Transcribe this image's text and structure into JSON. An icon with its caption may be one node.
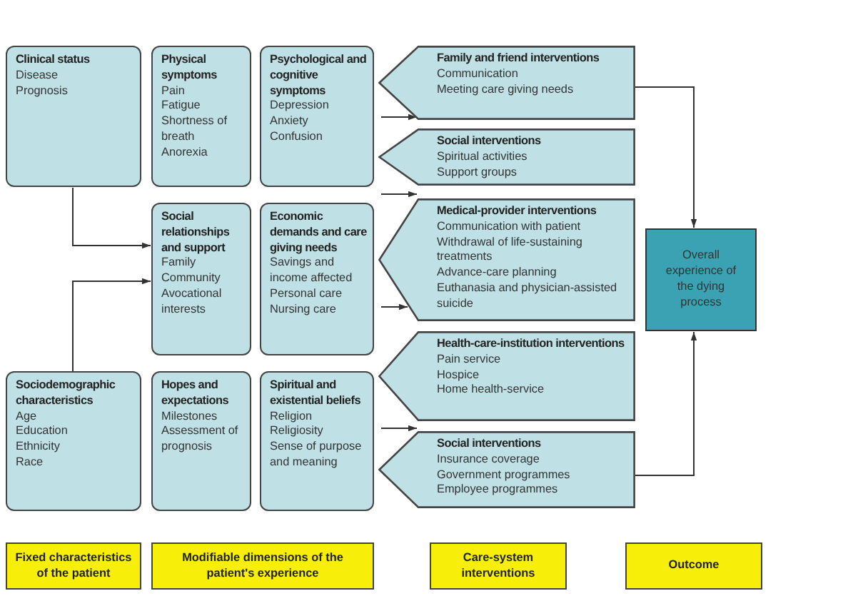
{
  "diagram": {
    "nodes": [
      {
        "text": [
          "Clinical status",
          "Disease",
          "Prognosis"
        ]
      },
      {
        "text": [
          "Physical symptoms",
          "Pain",
          "Fatigue",
          "Shortness of breath",
          "Anorexia"
        ]
      },
      {
        "text": [
          "Psychological and cognitive symptoms",
          "Depression",
          "Anxiety",
          "Confusion"
        ]
      },
      {
        "text": [
          "Social relationships and support",
          "Family",
          "Community",
          "Avocational interests"
        ]
      },
      {
        "text": [
          "Economic demands and care giving needs",
          "Savings and income affected",
          "Personal care",
          "Nursing care"
        ]
      },
      {
        "text": [
          "Sociodemographic characteristics",
          "Age",
          "Education",
          "Ethnicity",
          "Race"
        ]
      },
      {
        "text": [
          "Hopes and expectations",
          "Milestones",
          "Assessment of prognosis"
        ]
      },
      {
        "text": [
          "Spiritual and existential beliefs",
          "Religion",
          "Religiosity",
          "Sense of purpose and meaning"
        ]
      },
      {
        "text": [
          "Family and friend interventions",
          "Communication",
          "Meeting care giving needs"
        ]
      },
      {
        "text": [
          "Social interventions",
          "Spiritual activities",
          "Support groups"
        ]
      },
      {
        "text": [
          "Medical-provider interventions",
          "Communication with patient",
          "Withdrawal of life-sustaining treatments",
          "Advance-care planning",
          "Euthanasia and physician-assisted suicide"
        ]
      },
      {
        "text": [
          "Health-care-institution interventions",
          "Pain service",
          "Hospice",
          "Home health-service"
        ]
      },
      {
        "text": [
          "Social interventions",
          "Insurance coverage",
          "Government programmes",
          "Employee programmes"
        ]
      },
      {
        "text": [
          "Overall experience of the dying process"
        ]
      },
      {
        "text": [
          "Fixed characteristics of the patient"
        ]
      },
      {
        "text": [
          "Modifiable dimensions of the patient's experience"
        ]
      },
      {
        "text": [
          "Care-system interventions"
        ]
      },
      {
        "text": [
          "Outcome"
        ]
      }
    ],
    "edges": [
      {
        "from": 0,
        "to": 3,
        "arrow": "to"
      },
      {
        "from": 5,
        "to": 3,
        "arrow": "to"
      },
      {
        "from": 8,
        "to": 13,
        "arrow": "to"
      },
      {
        "from": 12,
        "to": 13,
        "arrow": "to"
      },
      {
        "from": 2,
        "to": 9,
        "arrow": "to"
      },
      {
        "from": 2,
        "to": 10,
        "arrow": "to"
      },
      {
        "from": 4,
        "to": 10,
        "arrow": "to"
      },
      {
        "from": 7,
        "to": 12,
        "arrow": "to"
      }
    ]
  }
}
